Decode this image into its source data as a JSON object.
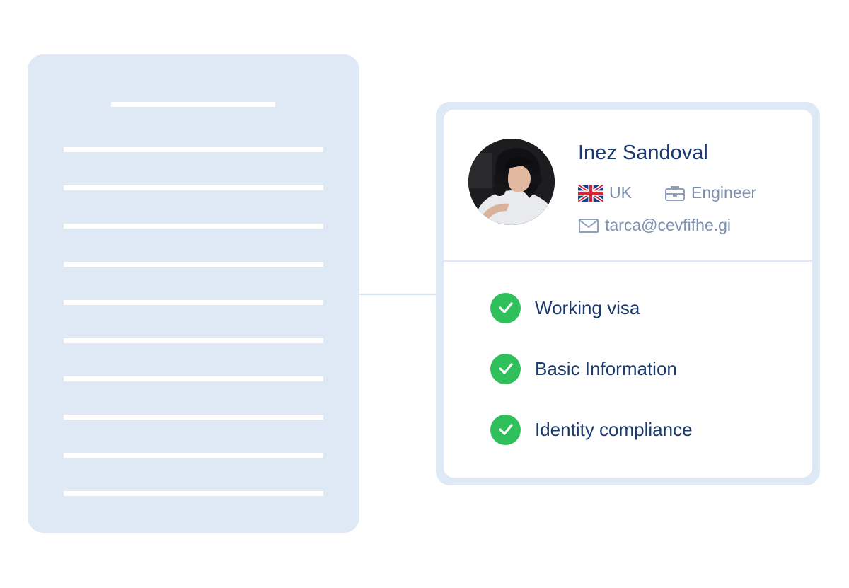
{
  "profile": {
    "name": "Inez Sandoval",
    "country": "UK",
    "role": "Engineer",
    "email": "tarca@cevfifhe.gi",
    "icons": {
      "country": "uk-flag-icon",
      "role": "briefcase-icon",
      "email": "envelope-icon",
      "avatar": "profile-photo"
    }
  },
  "checks": [
    {
      "label": "Working visa",
      "icon": "check-circle-icon",
      "status": "complete"
    },
    {
      "label": "Basic Information",
      "icon": "check-circle-icon",
      "status": "complete"
    },
    {
      "label": "Identity compliance",
      "icon": "check-circle-icon",
      "status": "complete"
    }
  ],
  "colors": {
    "card_border": "#dfe8f5",
    "document": "#dfe8f5",
    "text_primary": "#1b3a6e",
    "text_secondary": "#7d8fae",
    "success": "#2fc05c"
  }
}
